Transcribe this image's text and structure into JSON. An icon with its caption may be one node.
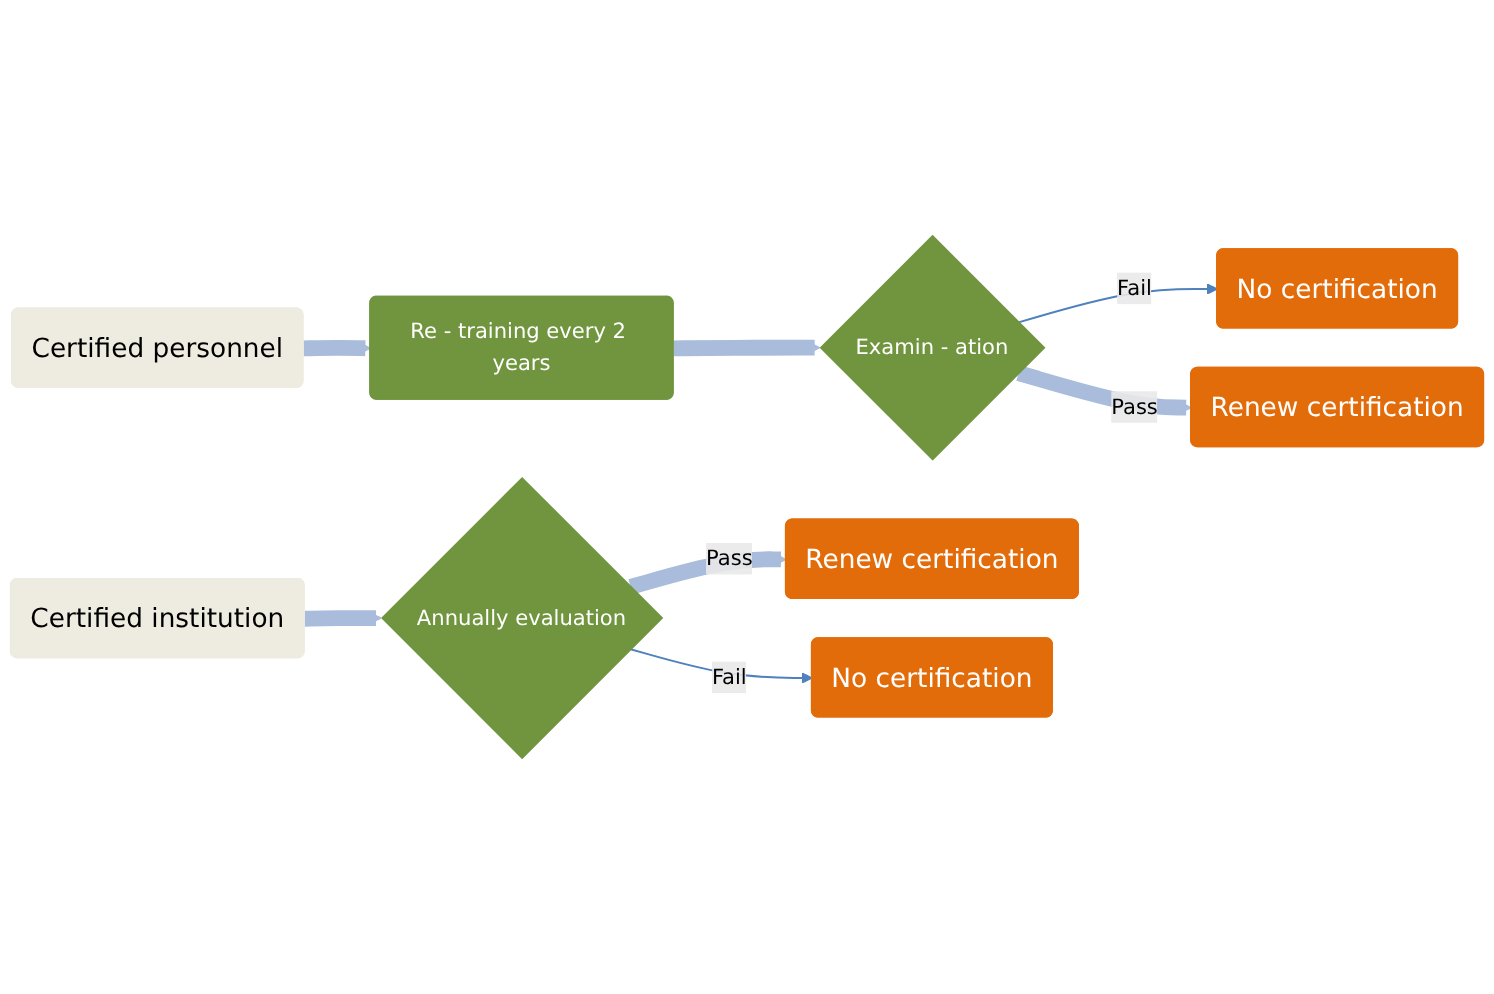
{
  "diagram": {
    "nodes": [
      {
        "text": [
          "Certified personnel"
        ]
      },
      {
        "text": [
          "Re - training every 2 years"
        ]
      },
      {
        "text": [
          "Examin - ation"
        ]
      },
      {
        "text": [
          "No certification"
        ]
      },
      {
        "text": [
          "Renew certification"
        ]
      },
      {
        "text": [
          "Certified institution"
        ]
      },
      {
        "text": [
          "Annually evaluation"
        ]
      },
      {
        "text": [
          "Renew certification"
        ]
      },
      {
        "text": [
          "No certification"
        ]
      }
    ],
    "edges": [
      {
        "from": 0,
        "to": 1,
        "arrow": "to"
      },
      {
        "from": 1,
        "to": 2,
        "arrow": "to"
      },
      {
        "from": 2,
        "to": 3,
        "arrow": "to",
        "label": "Fail",
        "color": "#4f81bd"
      },
      {
        "from": 2,
        "to": 4,
        "arrow": "to",
        "label": "Pass"
      },
      {
        "from": 5,
        "to": 6,
        "arrow": "to"
      },
      {
        "from": 6,
        "to": 7,
        "arrow": "to",
        "label": "Pass"
      },
      {
        "from": 6,
        "to": 8,
        "arrow": "to",
        "label": "Fail",
        "color": "#4f81bd"
      }
    ]
  }
}
